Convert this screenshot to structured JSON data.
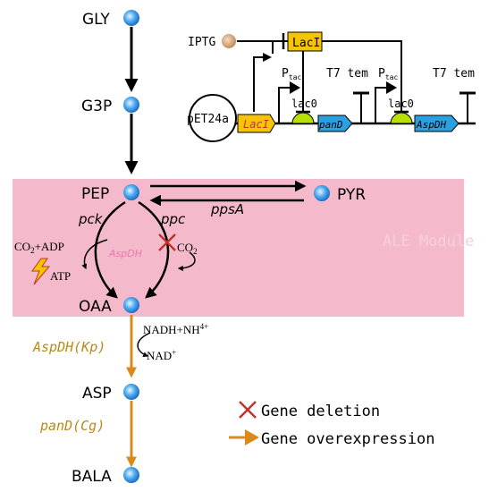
{
  "colors": {
    "module_fill": "#f4b9cb",
    "module_label": "#f7d0dc",
    "node_blue": "#4aa8f0",
    "gene_orange": "#d88a1a",
    "gene_text": "#b88a18",
    "delete_red": "#c0332a",
    "laci_yellow": "#f6c500",
    "gene_blue": "#2aa0e0",
    "iptg_brown": "#d3a27a",
    "lac_green": "#b7e000"
  },
  "metabolites": {
    "gly": "GLY",
    "g3p": "G3P",
    "pep": "PEP",
    "pyr": "PYR",
    "oaa": "OAA",
    "asp": "ASP",
    "bala": "BALA"
  },
  "enzymes": {
    "pck": "pck",
    "ppc": "ppc",
    "ppsA": "ppsA",
    "aspdh_faded": "AspDH",
    "aspdh_kp": "AspDH(Kp)",
    "pand_cg": "panD(Cg)"
  },
  "cofactors": {
    "co2_adp_main": "CO",
    "co2_adp_sub": "2",
    "co2_adp_rest": "+ADP",
    "atp": "ATP",
    "co2_main": "CO",
    "co2_sub": "2",
    "nadh_main": "NADH+NH",
    "nadh_sup": "4",
    "nadh_plus": "+",
    "nad_main": "NAD",
    "nad_sup": "+"
  },
  "module_label": "ALE Module",
  "plasmid": {
    "name": "pET24a",
    "iptg": "IPTG",
    "laci_box": "LacI",
    "laci_gene": "LacI",
    "ptac": "P",
    "ptac_sub": "tac",
    "lac0": "lac0",
    "pand": "panD",
    "aspdh": "AspDH",
    "t7_term": "T7 tem"
  },
  "legend": {
    "deletion": "Gene deletion",
    "overexpression": "Gene overexpression"
  }
}
